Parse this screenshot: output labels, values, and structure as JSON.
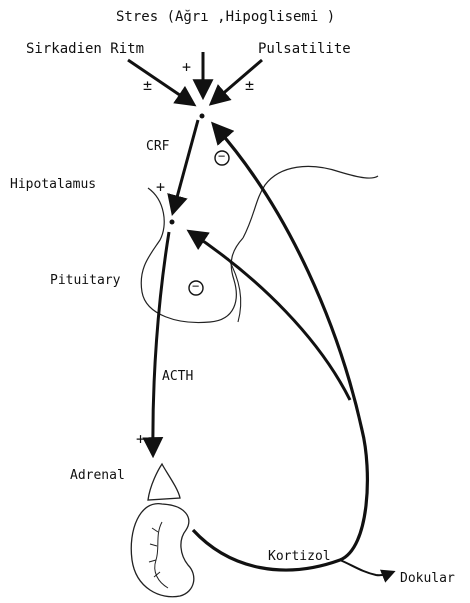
{
  "diagram": {
    "labels": {
      "stres": "Stres (Ağrı ,Hipoglisemi )",
      "sirkadien": "Sirkadien Ritm",
      "pulsatilite": "Pulsatilite",
      "crf": "CRF",
      "hipotalamus": "Hipotalamus",
      "pituitary": "Pituitary",
      "acth": "ACTH",
      "adrenal": "Adrenal",
      "kortizol": "Kortizol",
      "dokular": "Dokular"
    },
    "signs": {
      "stres_plus": "+",
      "sirkadien_pm": "±",
      "pulsatilite_pm": "±",
      "crf_plus": "+",
      "acth_plus": "+",
      "feedback_minus_1": "−",
      "feedback_minus_2": "−"
    }
  }
}
